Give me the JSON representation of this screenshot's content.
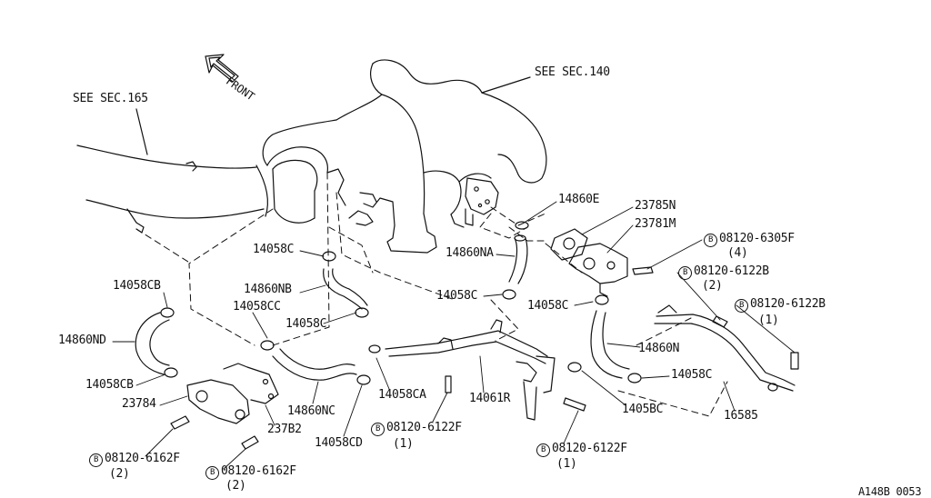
{
  "references": {
    "sec165": "SEE SEC.165",
    "sec140": "SEE SEC.140",
    "front": "FRONT"
  },
  "parts": {
    "p14860E": "14860E",
    "p23785N": "23785N",
    "p23781M": "23781M",
    "p14058C_a": "14058C",
    "p14860NA": "14860NA",
    "p14058CB_a": "14058CB",
    "p14860NB": "14860NB",
    "p14058CC": "14058CC",
    "p14058C_b": "14058C",
    "p14058C_c": "14058C",
    "p14058C_d": "14058C",
    "p14860ND": "14860ND",
    "p14058CB_b": "14058CB",
    "p23784": "23784",
    "p23782": "237B2",
    "p14860NC": "14860NC",
    "p14058CA": "14058CA",
    "p14058CD": "14058CD",
    "p14061R": "14061R",
    "p14860N": "14860N",
    "p14058C_e": "14058C",
    "p14058C_f": "1405BC",
    "p16585": "16585"
  },
  "bolts": {
    "b1_num": "08120-6305F",
    "b1_qty": "(4)",
    "b2_num": "08120-6122B",
    "b2_qty": "(2)",
    "b3_num": "08120-6122B",
    "b3_qty": "(1)",
    "b4_num": "08120-6122F",
    "b4_qty": "(1)",
    "b5_num": "08120-6122F",
    "b5_qty": "(1)",
    "b6_num": "08120-6162F",
    "b6_qty": "(2)",
    "b7_num": "08120-6162F",
    "b7_qty": "(2)",
    "b_mark": "B"
  },
  "figure_code": "A148B 0053"
}
